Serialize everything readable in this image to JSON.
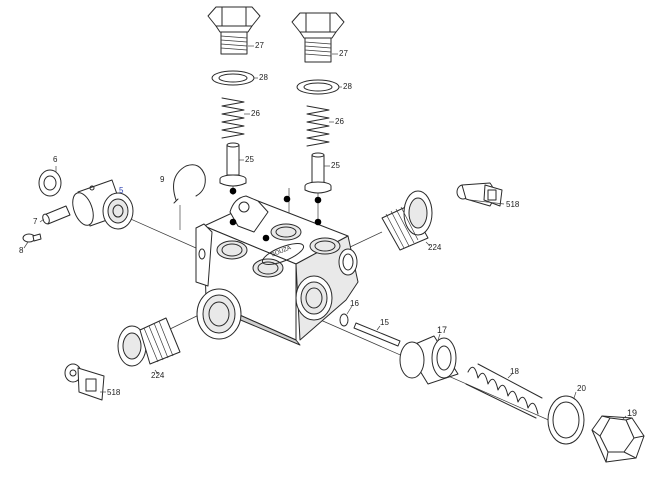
{
  "labels": {
    "p27a": "27",
    "p27b": "27",
    "p28a": "28",
    "p28b": "28",
    "p26a": "26",
    "p26b": "26",
    "p25a": "25",
    "p25b": "25",
    "p6": "6",
    "p5": "5",
    "p7": "7",
    "p8": "8",
    "p9": "9",
    "p518a": "518",
    "p518b": "518",
    "p224a": "224",
    "p224b": "224",
    "p16": "16",
    "p15": "15",
    "p17": "17",
    "p18": "18",
    "p20": "20",
    "p19": "19",
    "logo": "SOUZA"
  },
  "colors": {
    "line": "#2a2a2a",
    "accent_label": "#2a3fb0",
    "dot": "#000000"
  }
}
